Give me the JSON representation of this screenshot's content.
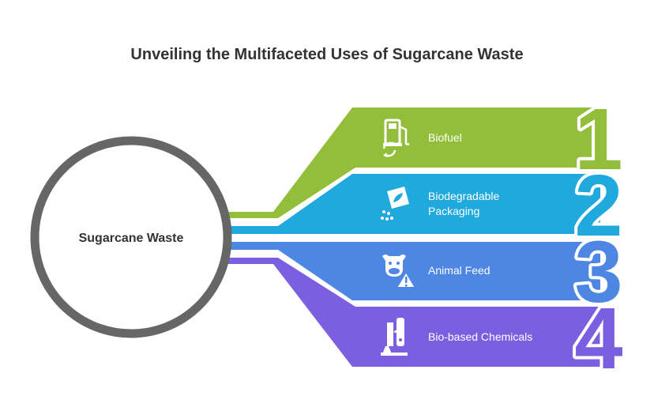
{
  "title": "Unveiling the Multifaceted Uses of Sugarcane Waste",
  "hub": {
    "label": "Sugarcane Waste"
  },
  "items": [
    {
      "number": "1",
      "label_lines": [
        "Biofuel"
      ],
      "color": "#93BE3C",
      "icon": "fuel-pump-recycle-icon"
    },
    {
      "number": "2",
      "label_lines": [
        "Biodegradable",
        "Packaging"
      ],
      "color": "#1FA9DD",
      "icon": "eco-package-icon"
    },
    {
      "number": "3",
      "label_lines": [
        "Animal Feed"
      ],
      "color": "#4E86E3",
      "icon": "cow-warning-icon"
    },
    {
      "number": "4",
      "label_lines": [
        "Bio-based Chemicals"
      ],
      "color": "#7C5FE1",
      "icon": "chemical-plant-icon"
    }
  ],
  "colors": {
    "hub_ring": "#666666",
    "text": "#333333"
  }
}
